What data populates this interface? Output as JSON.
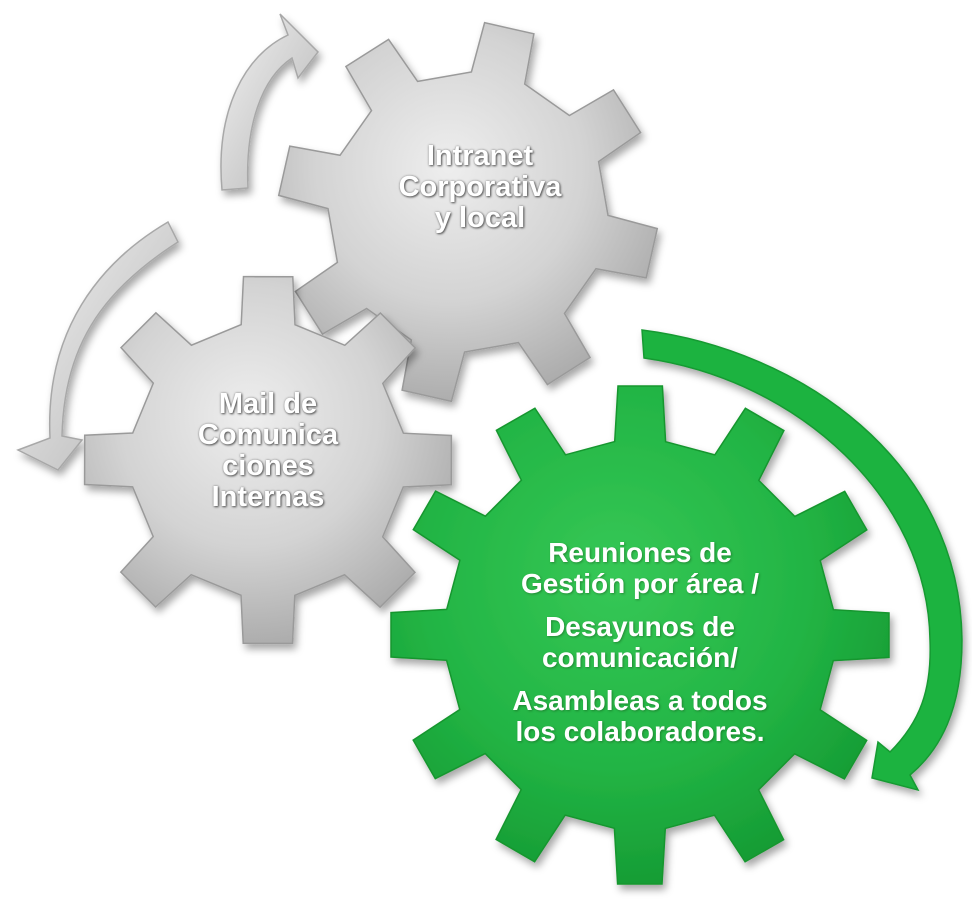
{
  "gears": [
    {
      "id": "top",
      "lines": [
        "Intranet",
        "Corporativa",
        "y local"
      ],
      "color": "#d2d2d2"
    },
    {
      "id": "middle",
      "lines": [
        "Mail de",
        "Comunica",
        "ciones",
        "Internas"
      ],
      "color": "#d2d2d2"
    },
    {
      "id": "bottom",
      "paragraphs": [
        [
          "Reuniones de",
          "Gestión por área /"
        ],
        [
          "Desayunos de",
          "comunicación/"
        ],
        [
          "Asambleas a todos",
          "los colaboradores."
        ]
      ],
      "color": "#22b14c"
    }
  ],
  "colors": {
    "gray": "#d0d0d0",
    "green": "#2dbb4a",
    "arrow_gray": "#c8c8c8",
    "arrow_green": "#1fb33f"
  }
}
